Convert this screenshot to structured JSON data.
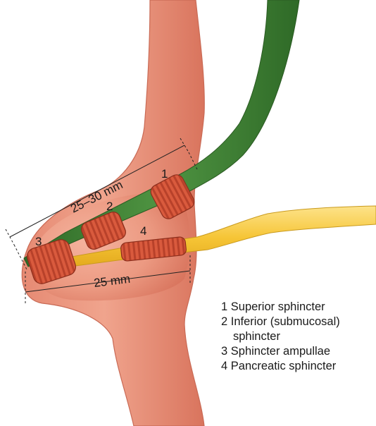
{
  "labels": {
    "n1": "1",
    "n2": "2",
    "n3": "3",
    "n4": "4",
    "dim_top": "25–30 mm",
    "dim_bottom": "25 mm"
  },
  "legend": {
    "item1": "1 Superior sphincter",
    "item2a": "2 Inferior (submucosal)",
    "item2b": "sphincter",
    "item3": "3 Sphincter ampullae",
    "item4": "4 Pancreatic sphincter"
  },
  "colors": {
    "duodenum": "#e98c74",
    "bile_duct": "#3f7a33",
    "pancreatic_duct": "#f2c230",
    "sphincter": "#d8563a"
  }
}
